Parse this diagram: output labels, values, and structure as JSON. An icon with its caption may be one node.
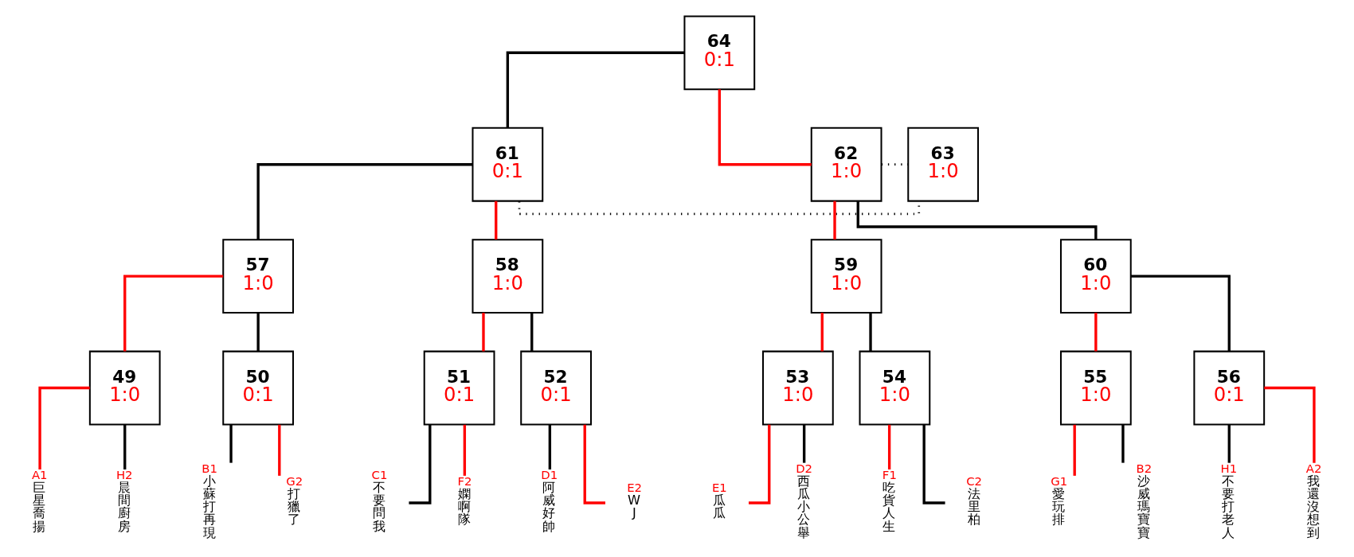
{
  "diagram": {
    "nodes": [
      {
        "text": [
          "64",
          "0:1"
        ]
      },
      {
        "text": [
          "61",
          "0:1"
        ]
      },
      {
        "text": [
          "63",
          "1:0"
        ]
      },
      {
        "text": [
          "62",
          "1:0"
        ]
      },
      {
        "text": [
          "57",
          "1:0"
        ]
      },
      {
        "text": [
          "58",
          "1:0"
        ]
      },
      {
        "text": [
          "59",
          "1:0"
        ]
      },
      {
        "text": [
          "60",
          "1:0"
        ]
      },
      {
        "text": [
          "49",
          "1:0"
        ]
      },
      {
        "text": [
          "50",
          "0:1"
        ]
      },
      {
        "text": [
          "51",
          "0:1"
        ]
      },
      {
        "text": [
          "52",
          "0:1"
        ]
      },
      {
        "text": [
          "53",
          "1:0"
        ]
      },
      {
        "text": [
          "54",
          "1:0"
        ]
      },
      {
        "text": [
          "55",
          "1:0"
        ]
      },
      {
        "text": [
          "56",
          "0:1"
        ]
      },
      {
        "text": [
          "A1",
          "巨星喬揚"
        ]
      },
      {
        "text": [
          "H2",
          "晨間廚房"
        ]
      },
      {
        "text": [
          "B1",
          "小蘇打再現"
        ]
      },
      {
        "text": [
          "G2",
          "打獵了"
        ]
      },
      {
        "text": [
          "C1",
          "不要問我"
        ]
      },
      {
        "text": [
          "F2",
          "嫻啊隊"
        ]
      },
      {
        "text": [
          "D1",
          "阿威好帥"
        ]
      },
      {
        "text": [
          "E2",
          "WJ"
        ]
      },
      {
        "text": [
          "E1",
          "瓜瓜"
        ]
      },
      {
        "text": [
          "D2",
          "西瓜小公舉"
        ]
      },
      {
        "text": [
          "F1",
          "吃貨人生"
        ]
      },
      {
        "text": [
          "C2",
          "法里柏"
        ]
      },
      {
        "text": [
          "G1",
          "愛玩排"
        ]
      },
      {
        "text": [
          "B2",
          "沙威瑪寶寶"
        ]
      },
      {
        "text": [
          "H1",
          "不要打老人"
        ]
      },
      {
        "text": [
          "A2",
          "我還沒想到"
        ]
      }
    ],
    "edges": [
      {
        "from": 0,
        "to": 1,
        "arrow": "none",
        "color": "#000000"
      },
      {
        "from": 0,
        "to": 3,
        "arrow": "none",
        "color": "#ff0000"
      },
      {
        "from": 1,
        "to": 2,
        "arrow": "none",
        "style": "dashed",
        "color": "#000000"
      },
      {
        "from": 3,
        "to": 2,
        "arrow": "none",
        "style": "dashed",
        "color": "#000000"
      },
      {
        "from": 1,
        "to": 4,
        "arrow": "none",
        "color": "#000000"
      },
      {
        "from": 1,
        "to": 5,
        "arrow": "none",
        "color": "#ff0000"
      },
      {
        "from": 3,
        "to": 6,
        "arrow": "none",
        "color": "#ff0000"
      },
      {
        "from": 3,
        "to": 7,
        "arrow": "none",
        "color": "#000000"
      },
      {
        "from": 4,
        "to": 8,
        "arrow": "none",
        "color": "#ff0000"
      },
      {
        "from": 4,
        "to": 9,
        "arrow": "none",
        "color": "#000000"
      },
      {
        "from": 5,
        "to": 10,
        "arrow": "none",
        "color": "#ff0000"
      },
      {
        "from": 5,
        "to": 11,
        "arrow": "none",
        "color": "#000000"
      },
      {
        "from": 6,
        "to": 12,
        "arrow": "none",
        "color": "#ff0000"
      },
      {
        "from": 6,
        "to": 13,
        "arrow": "none",
        "color": "#000000"
      },
      {
        "from": 7,
        "to": 14,
        "arrow": "none",
        "color": "#ff0000"
      },
      {
        "from": 7,
        "to": 15,
        "arrow": "none",
        "color": "#000000"
      },
      {
        "from": 8,
        "to": 16,
        "arrow": "none",
        "color": "#ff0000"
      },
      {
        "from": 8,
        "to": 17,
        "arrow": "none",
        "color": "#000000"
      },
      {
        "from": 9,
        "to": 18,
        "arrow": "none",
        "color": "#000000"
      },
      {
        "from": 9,
        "to": 19,
        "arrow": "none",
        "color": "#ff0000"
      },
      {
        "from": 10,
        "to": 20,
        "arrow": "none",
        "color": "#000000"
      },
      {
        "from": 10,
        "to": 21,
        "arrow": "none",
        "color": "#ff0000"
      },
      {
        "from": 11,
        "to": 22,
        "arrow": "none",
        "color": "#000000"
      },
      {
        "from": 11,
        "to": 23,
        "arrow": "none",
        "color": "#ff0000"
      },
      {
        "from": 12,
        "to": 24,
        "arrow": "none",
        "color": "#ff0000"
      },
      {
        "from": 12,
        "to": 25,
        "arrow": "none",
        "color": "#000000"
      },
      {
        "from": 13,
        "to": 26,
        "arrow": "none",
        "color": "#ff0000"
      },
      {
        "from": 13,
        "to": 27,
        "arrow": "none",
        "color": "#000000"
      },
      {
        "from": 14,
        "to": 28,
        "arrow": "none",
        "color": "#ff0000"
      },
      {
        "from": 14,
        "to": 29,
        "arrow": "none",
        "color": "#000000"
      },
      {
        "from": 15,
        "to": 30,
        "arrow": "none",
        "color": "#000000"
      },
      {
        "from": 15,
        "to": 31,
        "arrow": "none",
        "color": "#ff0000"
      }
    ]
  }
}
